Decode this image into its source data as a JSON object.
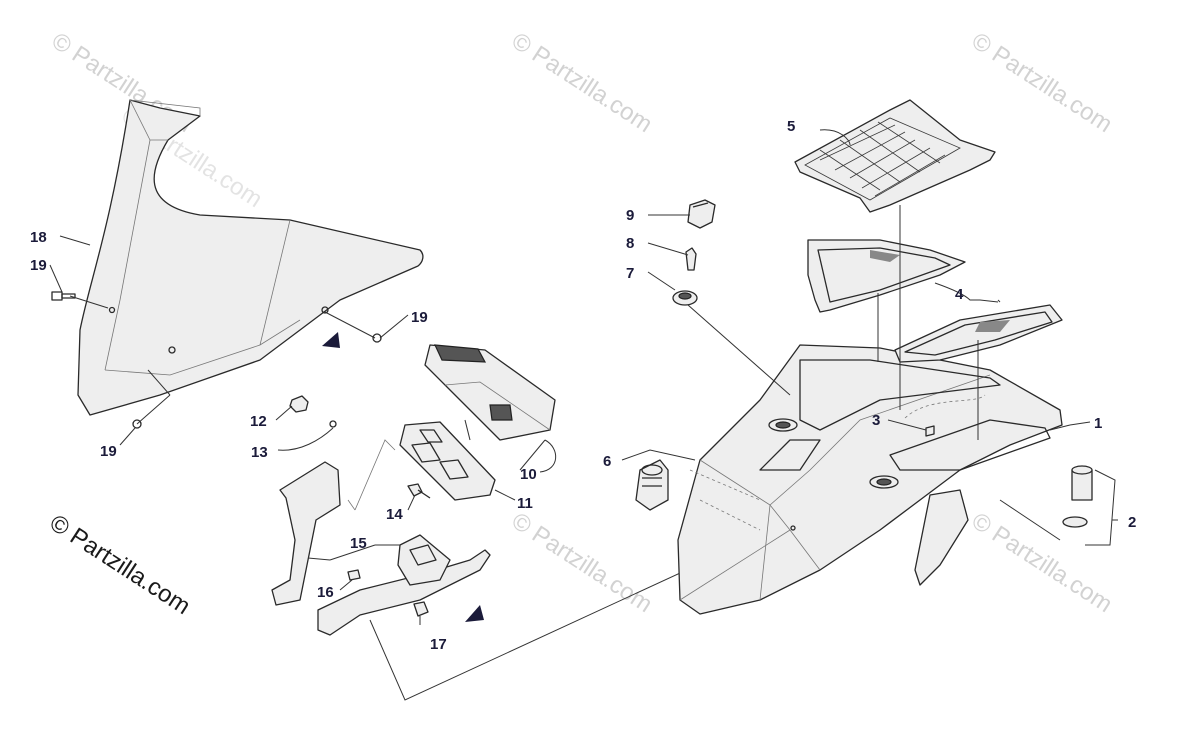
{
  "watermarks": [
    "© Partzilla.com",
    "© Partzilla.com",
    "© Partzilla.com",
    "© Partzilla.com",
    "© Partzilla.com",
    "© Partzilla.com"
  ],
  "brand": "© Partzilla.com",
  "callouts": {
    "c1": "1",
    "c2": "2",
    "c3": "3",
    "c4": "4",
    "c5": "5",
    "c6": "6",
    "c7": "7",
    "c8": "8",
    "c9": "9",
    "c10": "10",
    "c11": "11",
    "c12": "12",
    "c13": "13",
    "c14": "14",
    "c15": "15",
    "c16": "16",
    "c17": "17",
    "c18": "18",
    "c19a": "19",
    "c19b": "19",
    "c19c": "19"
  },
  "colors": {
    "callout_text": "#1b1b3a",
    "watermark": "#d2d2d2",
    "line": "#2a2a2a"
  }
}
